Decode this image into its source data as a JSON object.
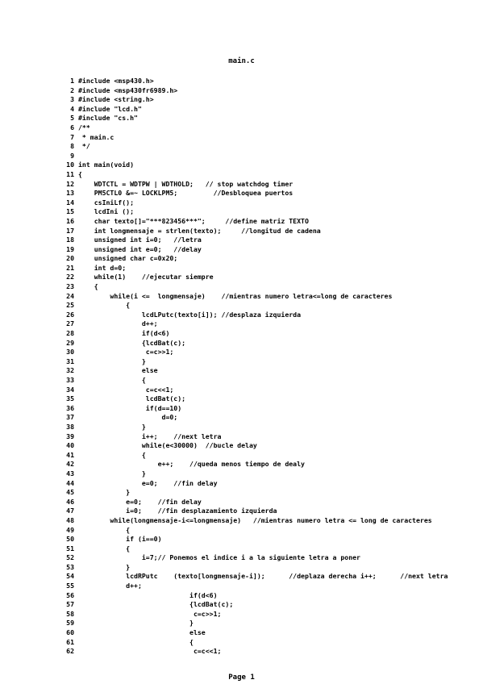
{
  "header": {
    "filename": "main.c"
  },
  "footer": {
    "page_label": "Page 1"
  },
  "lines": [
    {
      "n": "1",
      "t": "#include <msp430.h>"
    },
    {
      "n": "2",
      "t": "#include <msp430fr6989.h>"
    },
    {
      "n": "3",
      "t": "#include <string.h>"
    },
    {
      "n": "4",
      "t": "#include \"lcd.h\""
    },
    {
      "n": "5",
      "t": "#include \"cs.h\""
    },
    {
      "n": "6",
      "t": "/**"
    },
    {
      "n": "7",
      "t": " * main.c"
    },
    {
      "n": "8",
      "t": " */"
    },
    {
      "n": "9",
      "t": ""
    },
    {
      "n": "10",
      "t": "int main(void)"
    },
    {
      "n": "11",
      "t": "{"
    },
    {
      "n": "12",
      "t": "    WDTCTL = WDTPW | WDTHOLD;   // stop watchdog timer"
    },
    {
      "n": "13",
      "t": "    PM5CTL0 &=~ LOCKLPM5;         //Desbloquea puertos"
    },
    {
      "n": "14",
      "t": "    csIniLf();"
    },
    {
      "n": "15",
      "t": "    lcdIni ();"
    },
    {
      "n": "16",
      "t": "    char texto[]=\"***823456***\";     //define matriz TEXTO"
    },
    {
      "n": "17",
      "t": "    int longmensaje = strlen(texto);     //longitud de cadena"
    },
    {
      "n": "18",
      "t": "    unsigned int i=0;   //letra"
    },
    {
      "n": "19",
      "t": "    unsigned int e=0;   //delay"
    },
    {
      "n": "20",
      "t": "    unsigned char c=0x20;"
    },
    {
      "n": "21",
      "t": "    int d=0;"
    },
    {
      "n": "22",
      "t": "    while(1)    //ejecutar siempre"
    },
    {
      "n": "23",
      "t": "    {"
    },
    {
      "n": "24",
      "t": "        while(i <=  longmensaje)    //mientras numero letra<=long de caracteres"
    },
    {
      "n": "25",
      "t": "            {"
    },
    {
      "n": "26",
      "t": "                lcdLPutc(texto[i]); //desplaza izquierda"
    },
    {
      "n": "27",
      "t": "                d++;"
    },
    {
      "n": "28",
      "t": "                if(d<6)"
    },
    {
      "n": "29",
      "t": "                {lcdBat(c);"
    },
    {
      "n": "30",
      "t": "                 c=c>>1;"
    },
    {
      "n": "31",
      "t": "                }"
    },
    {
      "n": "32",
      "t": "                else"
    },
    {
      "n": "33",
      "t": "                {"
    },
    {
      "n": "34",
      "t": "                 c=c<<1;"
    },
    {
      "n": "35",
      "t": "                 lcdBat(c);"
    },
    {
      "n": "36",
      "t": "                 if(d==10)"
    },
    {
      "n": "37",
      "t": "                     d=0;"
    },
    {
      "n": "38",
      "t": "                }"
    },
    {
      "n": "39",
      "t": "                i++;    //next letra"
    },
    {
      "n": "40",
      "t": "                while(e<30000)  //bucle delay"
    },
    {
      "n": "41",
      "t": "                {"
    },
    {
      "n": "42",
      "t": "                    e++;    //queda menos tiempo de dealy"
    },
    {
      "n": "43",
      "t": "                }"
    },
    {
      "n": "44",
      "t": "                e=0;    //fin delay"
    },
    {
      "n": "45",
      "t": "            }"
    },
    {
      "n": "46",
      "t": "            e=0;    //fin delay"
    },
    {
      "n": "47",
      "t": "            i=0;    //fin desplazamiento izquierda"
    },
    {
      "n": "48",
      "t": "        while(longmensaje-i<=longmensaje)   //mientras numero letra <= long de caracteres"
    },
    {
      "n": "49",
      "t": "            {"
    },
    {
      "n": "50",
      "t": "            if (i==0)"
    },
    {
      "n": "51",
      "t": "            {"
    },
    {
      "n": "52",
      "t": "                i=7;// Ponemos el indice i a la siguiente letra a poner"
    },
    {
      "n": "53",
      "t": "            }"
    },
    {
      "n": "54",
      "t": "            lcdRPutc    (texto[longmensaje-i]);      //deplaza derecha i++;      //next letra"
    },
    {
      "n": "55",
      "t": "            d++;"
    },
    {
      "n": "56",
      "t": "                            if(d<6)"
    },
    {
      "n": "57",
      "t": "                            {lcdBat(c);"
    },
    {
      "n": "58",
      "t": "                             c=c>>1;"
    },
    {
      "n": "59",
      "t": "                            }"
    },
    {
      "n": "60",
      "t": "                            else"
    },
    {
      "n": "61",
      "t": "                            {"
    },
    {
      "n": "62",
      "t": "                             c=c<<1;"
    }
  ]
}
